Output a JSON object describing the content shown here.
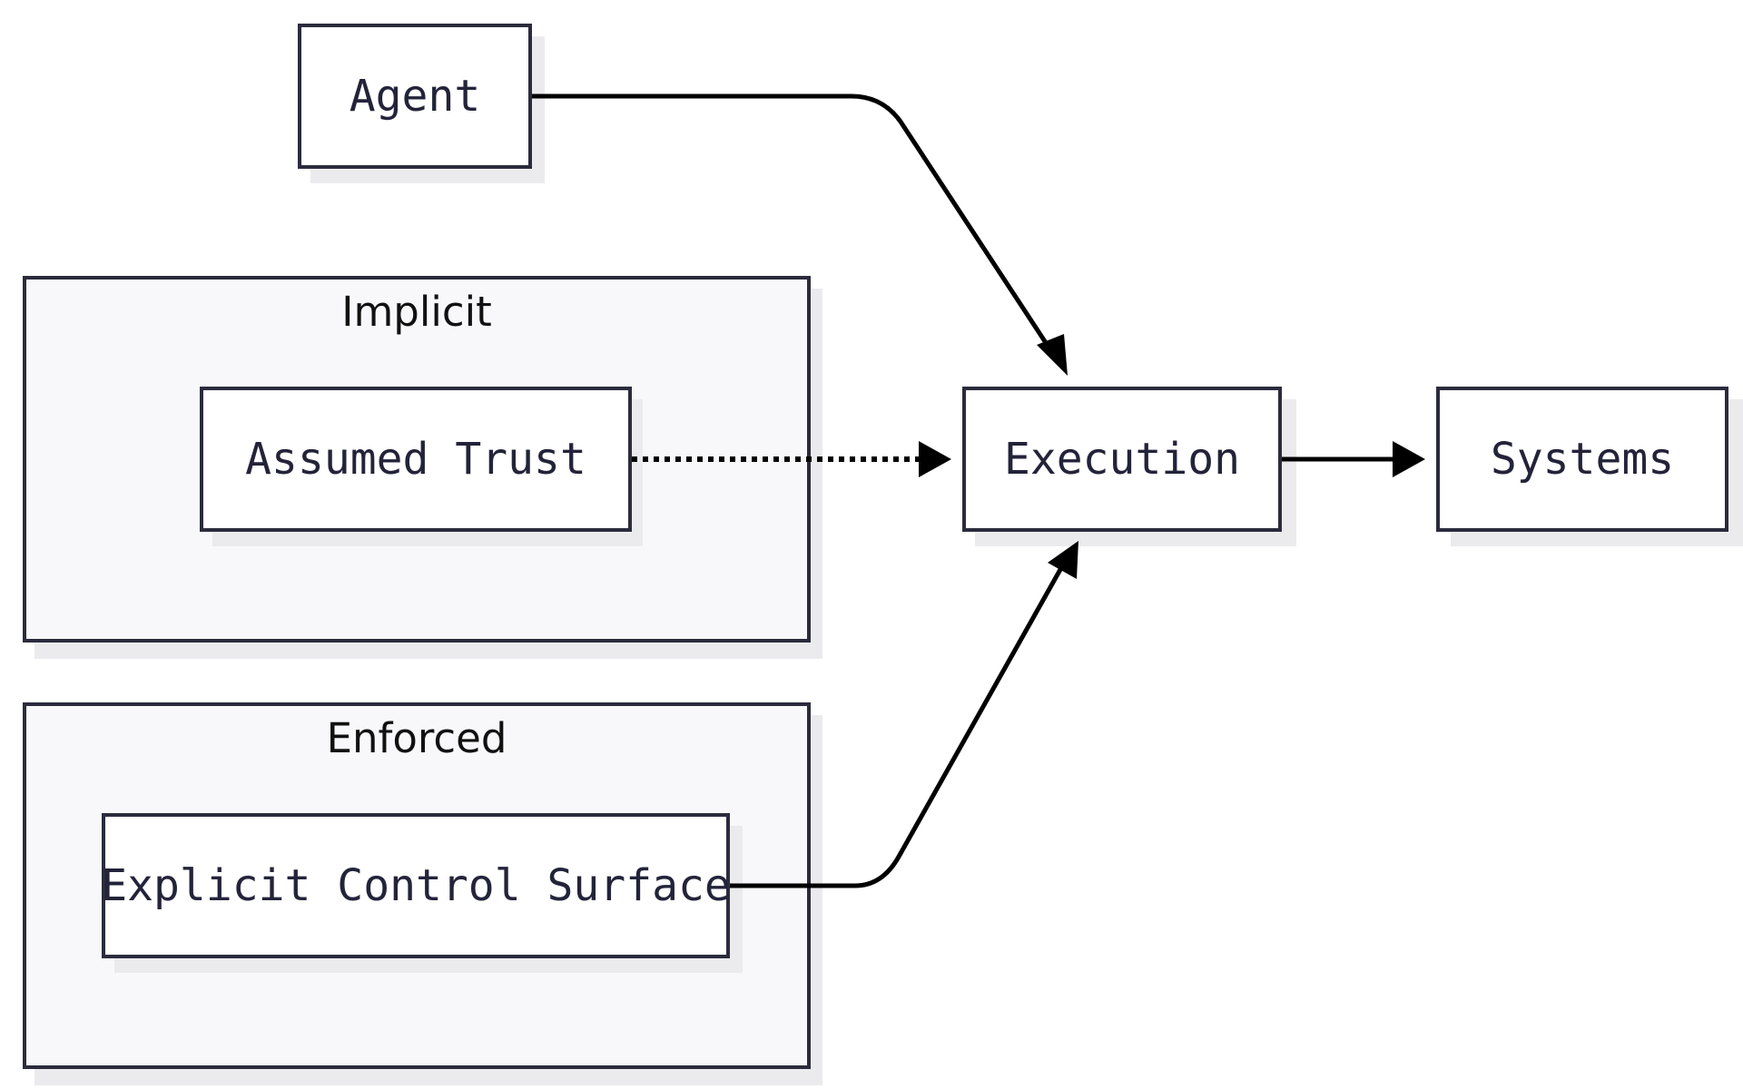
{
  "colors": {
    "stroke": "#2b2b3d",
    "node_fill": "#ffffff",
    "group_fill": "#f8f8fa",
    "shadow": "#ebebee",
    "edge": "#000000",
    "text": "#23233a"
  },
  "groups": {
    "implicit": {
      "title": "Implicit"
    },
    "enforced": {
      "title": "Enforced"
    }
  },
  "nodes": {
    "agent": {
      "label": "Agent"
    },
    "assumed_trust": {
      "label": "Assumed Trust"
    },
    "explicit_control_surface": {
      "label": "Explicit Control Surface"
    },
    "execution": {
      "label": "Execution"
    },
    "systems": {
      "label": "Systems"
    }
  },
  "edges": [
    {
      "from": "Agent",
      "to": "Execution",
      "style": "solid"
    },
    {
      "from": "Assumed Trust",
      "to": "Execution",
      "style": "dotted"
    },
    {
      "from": "Explicit Control Surface",
      "to": "Execution",
      "style": "solid"
    },
    {
      "from": "Execution",
      "to": "Systems",
      "style": "solid"
    }
  ]
}
